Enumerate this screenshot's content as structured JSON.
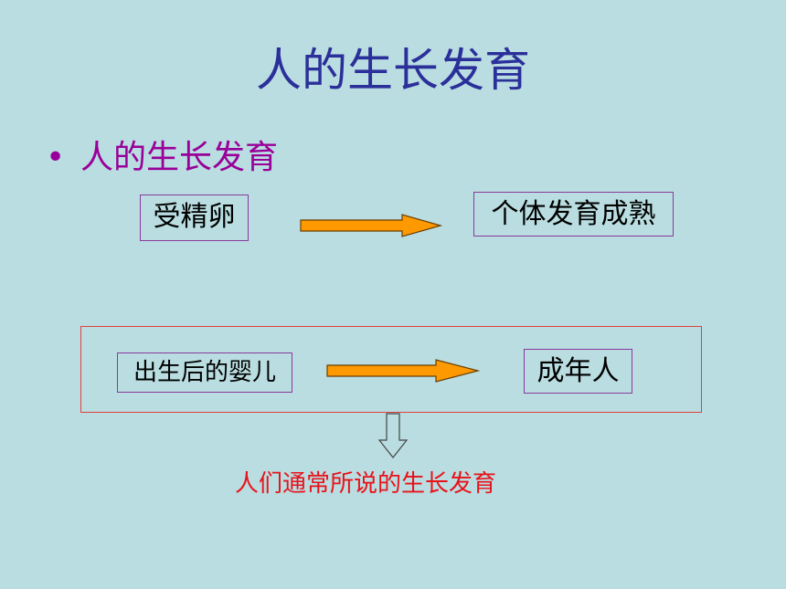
{
  "slide": {
    "title": "人的生长发育",
    "bullet": "人的生长发育",
    "row1": {
      "from": "受精卵",
      "to": "个体发育成熟"
    },
    "row2": {
      "from": "出生后的婴儿",
      "to": "成年人"
    },
    "caption": "人们通常所说的生长发育"
  },
  "colors": {
    "background": "#b9dde0",
    "title": "#2b2f9a",
    "bullet": "#990099",
    "arrow_fill": "#ff9900",
    "highlight": "#e04040",
    "caption": "#e8121b"
  }
}
